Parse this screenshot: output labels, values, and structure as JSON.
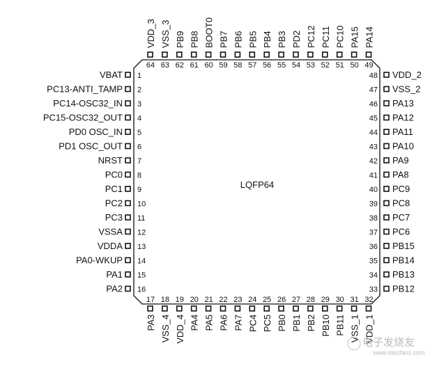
{
  "package_label": "LQFP64",
  "colors": {
    "line": "#111111",
    "background": "#ffffff",
    "watermark": "#bbbbbb"
  },
  "pins": {
    "left": [
      {
        "num": "1",
        "name": "VBAT"
      },
      {
        "num": "2",
        "name": "PC13-ANTI_TAMP"
      },
      {
        "num": "3",
        "name": "PC14-OSC32_IN"
      },
      {
        "num": "4",
        "name": "PC15-OSC32_OUT"
      },
      {
        "num": "5",
        "name": "PD0 OSC_IN"
      },
      {
        "num": "6",
        "name": "PD1 OSC_OUT"
      },
      {
        "num": "7",
        "name": "NRST"
      },
      {
        "num": "8",
        "name": "PC0"
      },
      {
        "num": "9",
        "name": "PC1"
      },
      {
        "num": "10",
        "name": "PC2"
      },
      {
        "num": "11",
        "name": "PC3"
      },
      {
        "num": "12",
        "name": "VSSA"
      },
      {
        "num": "13",
        "name": "VDDA"
      },
      {
        "num": "14",
        "name": "PA0-WKUP"
      },
      {
        "num": "15",
        "name": "PA1"
      },
      {
        "num": "16",
        "name": "PA2"
      }
    ],
    "bottom": [
      {
        "num": "17",
        "name": "PA3"
      },
      {
        "num": "18",
        "name": "VSS_4"
      },
      {
        "num": "19",
        "name": "VDD_4"
      },
      {
        "num": "20",
        "name": "PA4"
      },
      {
        "num": "21",
        "name": "PA5"
      },
      {
        "num": "22",
        "name": "PA6"
      },
      {
        "num": "23",
        "name": "PA7"
      },
      {
        "num": "24",
        "name": "PC4"
      },
      {
        "num": "25",
        "name": "PC5"
      },
      {
        "num": "26",
        "name": "PB0"
      },
      {
        "num": "27",
        "name": "PB1"
      },
      {
        "num": "28",
        "name": "PB2"
      },
      {
        "num": "29",
        "name": "PB10"
      },
      {
        "num": "30",
        "name": "PB11"
      },
      {
        "num": "31",
        "name": "VSS_1"
      },
      {
        "num": "32",
        "name": "VDD_1"
      }
    ],
    "right": [
      {
        "num": "48",
        "name": "VDD_2"
      },
      {
        "num": "47",
        "name": "VSS_2"
      },
      {
        "num": "46",
        "name": "PA13"
      },
      {
        "num": "45",
        "name": "PA12"
      },
      {
        "num": "44",
        "name": "PA11"
      },
      {
        "num": "43",
        "name": "PA10"
      },
      {
        "num": "42",
        "name": "PA9"
      },
      {
        "num": "41",
        "name": "PA8"
      },
      {
        "num": "40",
        "name": "PC9"
      },
      {
        "num": "39",
        "name": "PC8"
      },
      {
        "num": "38",
        "name": "PC7"
      },
      {
        "num": "37",
        "name": "PC6"
      },
      {
        "num": "36",
        "name": "PB15"
      },
      {
        "num": "35",
        "name": "PB14"
      },
      {
        "num": "34",
        "name": "PB13"
      },
      {
        "num": "33",
        "name": "PB12"
      }
    ],
    "top": [
      {
        "num": "64",
        "name": "VDD_3"
      },
      {
        "num": "63",
        "name": "VSS_3"
      },
      {
        "num": "62",
        "name": "PB9"
      },
      {
        "num": "61",
        "name": "PB8"
      },
      {
        "num": "60",
        "name": "BOOT0"
      },
      {
        "num": "59",
        "name": "PB7"
      },
      {
        "num": "58",
        "name": "PB6"
      },
      {
        "num": "57",
        "name": "PB5"
      },
      {
        "num": "56",
        "name": "PB4"
      },
      {
        "num": "55",
        "name": "PB3"
      },
      {
        "num": "54",
        "name": "PD2"
      },
      {
        "num": "53",
        "name": "PC12"
      },
      {
        "num": "52",
        "name": "PC11"
      },
      {
        "num": "51",
        "name": "PC10"
      },
      {
        "num": "50",
        "name": "PA15"
      },
      {
        "num": "49",
        "name": "PA14"
      }
    ]
  },
  "watermark": {
    "logo_text": "电子发烧友",
    "url_text": "www.elecfans.com"
  }
}
